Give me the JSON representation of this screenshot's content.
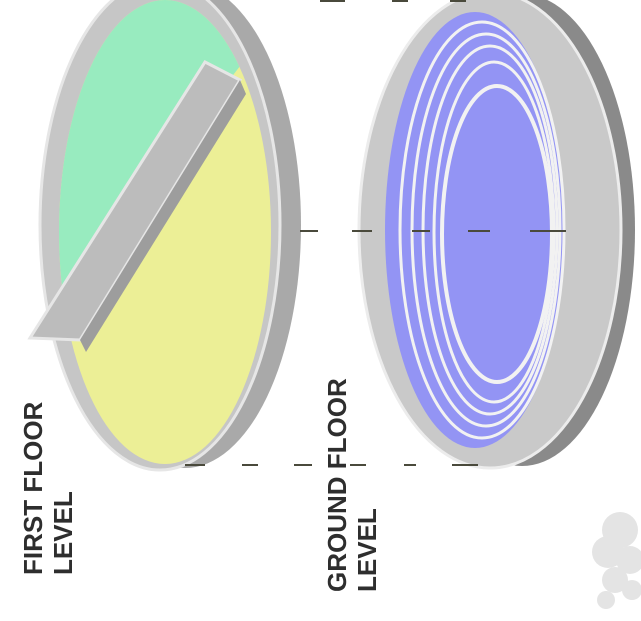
{
  "labels": {
    "first_floor": {
      "line1": "FIRST FLOOR",
      "line2": "LEVEL"
    },
    "ground_floor": {
      "line1": "GROUND FLOOR",
      "line2": "LEVEL"
    }
  },
  "colors": {
    "frame_grey": "#bdbdbd",
    "frame_dark": "#9a9a9a",
    "mint_zone": "#98ebbf",
    "yellow_zone": "#ecef96",
    "blue_zone": "#9394f4",
    "ring_white": "#f2f2f2",
    "dash_line": "#4a4a3c",
    "label_text": "#2e2e2e"
  }
}
